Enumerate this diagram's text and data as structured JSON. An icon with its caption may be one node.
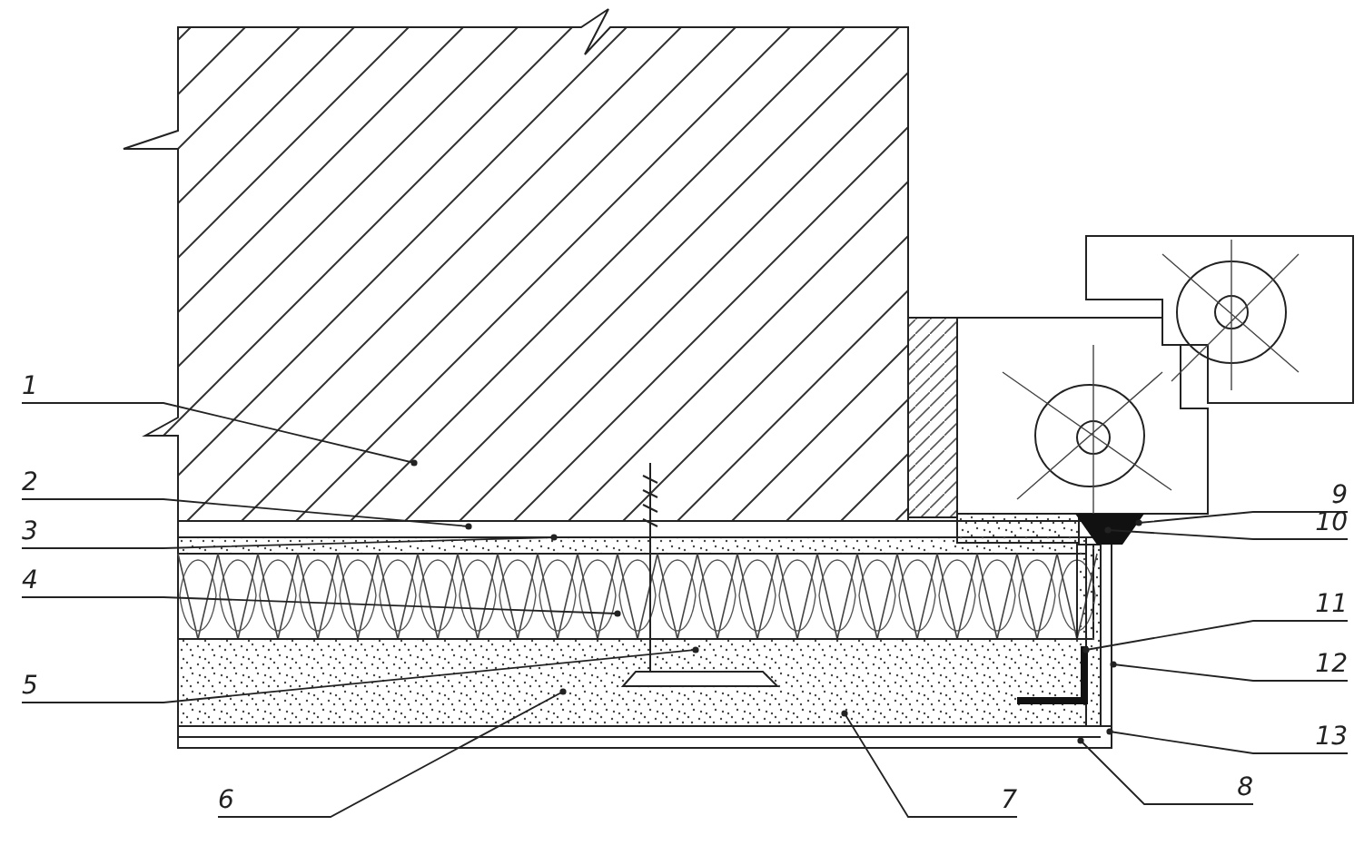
{
  "diagram": {
    "nodes": [
      {
        "text": [
          "1"
        ]
      },
      {
        "text": [
          "2"
        ]
      },
      {
        "text": [
          "3"
        ]
      },
      {
        "text": [
          "4"
        ]
      },
      {
        "text": [
          "5"
        ]
      },
      {
        "text": [
          "6"
        ]
      },
      {
        "text": [
          "7"
        ]
      },
      {
        "text": [
          "8"
        ]
      },
      {
        "text": [
          "9"
        ]
      },
      {
        "text": [
          "10"
        ]
      },
      {
        "text": [
          "11"
        ]
      },
      {
        "text": [
          "12"
        ]
      },
      {
        "text": [
          "13"
        ]
      }
    ],
    "edges": [
      {
        "from": 0,
        "to": null,
        "arrow": "other"
      },
      {
        "from": 1,
        "to": null,
        "arrow": "other"
      },
      {
        "from": 2,
        "to": null,
        "arrow": "other"
      },
      {
        "from": 3,
        "to": null,
        "arrow": "other"
      },
      {
        "from": 4,
        "to": null,
        "arrow": "other"
      },
      {
        "from": 5,
        "to": null,
        "arrow": "other"
      },
      {
        "from": 6,
        "to": null,
        "arrow": "other"
      },
      {
        "from": 7,
        "to": null,
        "arrow": "other"
      },
      {
        "from": 8,
        "to": null,
        "arrow": "other"
      },
      {
        "from": 9,
        "to": null,
        "arrow": "other"
      },
      {
        "from": 10,
        "to": null,
        "arrow": "other"
      },
      {
        "from": 11,
        "to": null,
        "arrow": "other"
      },
      {
        "from": 12,
        "to": null,
        "arrow": "other"
      }
    ]
  }
}
